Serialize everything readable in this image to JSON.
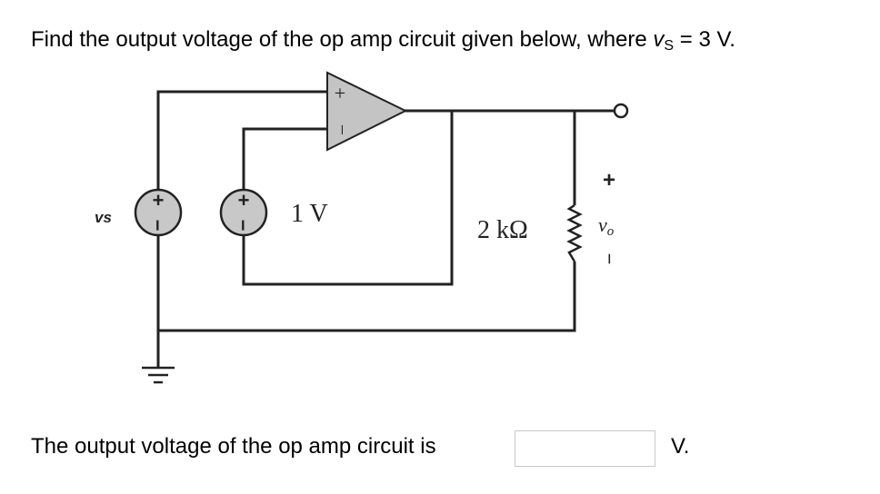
{
  "question": {
    "prefix": "Find the output voltage of the op amp circuit given below, where ",
    "var": "v",
    "sub": "S",
    "suffix": " = 3 V."
  },
  "circuit": {
    "vs_label": "vs",
    "source2_value": "1 V",
    "resistor_value": "2 kΩ",
    "output_label": "v",
    "output_sub": "o",
    "plus_sign": "+",
    "minus_sign": "−",
    "source_plus": "+",
    "source_minus": "−"
  },
  "answer": {
    "prompt": "The output voltage of the op amp circuit is",
    "value": "",
    "unit": "V."
  }
}
